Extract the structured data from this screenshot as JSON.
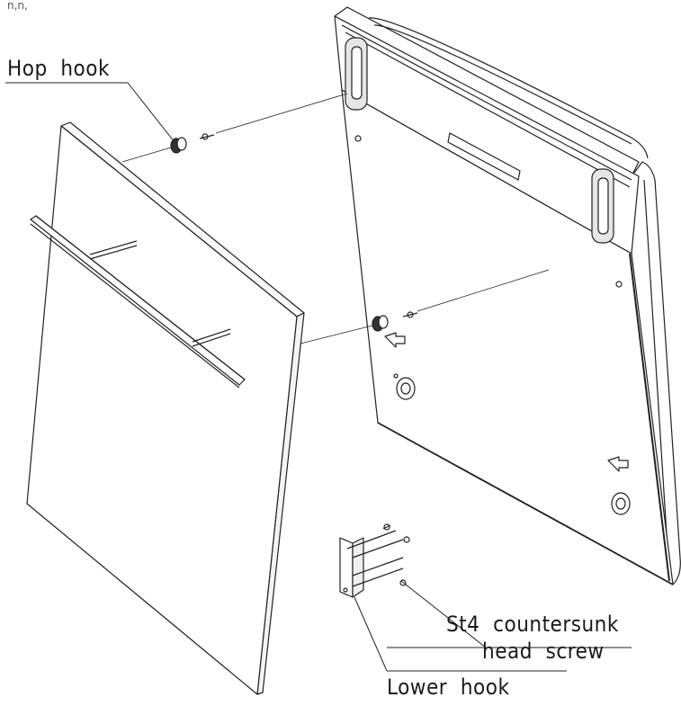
{
  "labels": {
    "hop_hook": "Hop  hook",
    "screw_line1": "St4  countersunk",
    "screw_line2": "head  screw",
    "lower_hook": "Lower  hook"
  },
  "corner_mark": "n,n,"
}
